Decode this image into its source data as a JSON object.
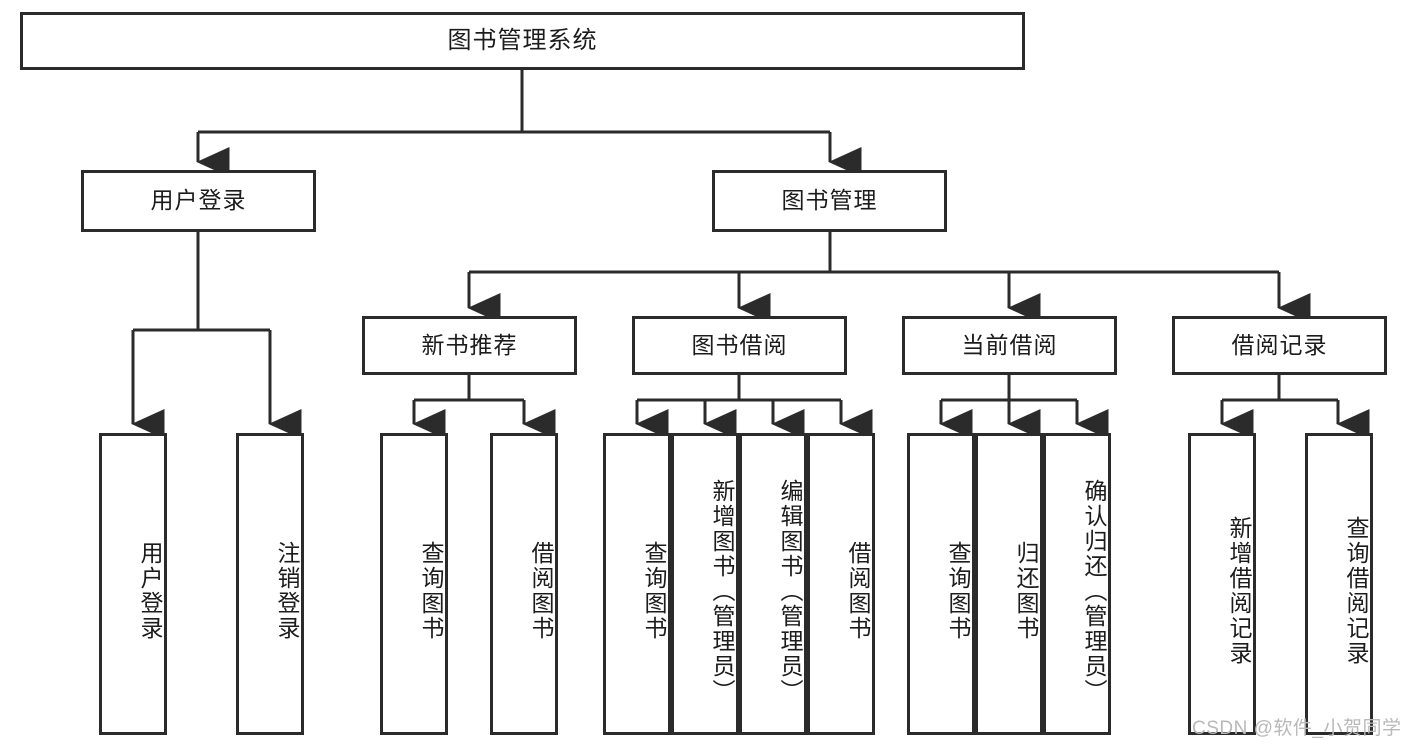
{
  "diagram": {
    "title": "图书管理系统",
    "type": "hierarchy-tree",
    "watermark": "CSDN @软件_小贺同学",
    "colors": {
      "stroke": "#2b2b2b",
      "fill": "#ffffff",
      "text": "#1c1c1c",
      "watermark": "#b9b9b9"
    },
    "levels": {
      "level1": [
        {
          "id": "root",
          "label": "图书管理系统"
        }
      ],
      "level2": [
        {
          "id": "user-login",
          "label": "用户登录"
        },
        {
          "id": "book-manage",
          "label": "图书管理"
        }
      ],
      "level3": [
        {
          "id": "new-book-rec",
          "label": "新书推荐"
        },
        {
          "id": "book-borrow",
          "label": "图书借阅"
        },
        {
          "id": "current-borrow",
          "label": "当前借阅"
        },
        {
          "id": "borrow-record",
          "label": "借阅记录"
        }
      ],
      "level4": [
        {
          "id": "leaf-user-login",
          "label": "用户登录",
          "parent": "user-login"
        },
        {
          "id": "leaf-logout",
          "label": "注销登录",
          "parent": "user-login"
        },
        {
          "id": "leaf-query-book-1",
          "label": "查询图书",
          "parent": "new-book-rec"
        },
        {
          "id": "leaf-borrow-book-1",
          "label": "借阅图书",
          "parent": "new-book-rec"
        },
        {
          "id": "leaf-query-book-2",
          "label": "查询图书",
          "parent": "book-borrow"
        },
        {
          "id": "leaf-add-book",
          "label": "新增图书（管理员）",
          "parent": "book-borrow"
        },
        {
          "id": "leaf-edit-book",
          "label": "编辑图书（管理员）",
          "parent": "book-borrow"
        },
        {
          "id": "leaf-borrow-book-2",
          "label": "借阅图书",
          "parent": "book-borrow"
        },
        {
          "id": "leaf-query-book-3",
          "label": "查询图书",
          "parent": "current-borrow"
        },
        {
          "id": "leaf-return-book",
          "label": "归还图书",
          "parent": "current-borrow"
        },
        {
          "id": "leaf-confirm-return",
          "label": "确认归还（管理员）",
          "parent": "current-borrow"
        },
        {
          "id": "leaf-add-record",
          "label": "新增借阅记录",
          "parent": "borrow-record"
        },
        {
          "id": "leaf-query-record",
          "label": "查询借阅记录",
          "parent": "borrow-record"
        }
      ]
    }
  }
}
